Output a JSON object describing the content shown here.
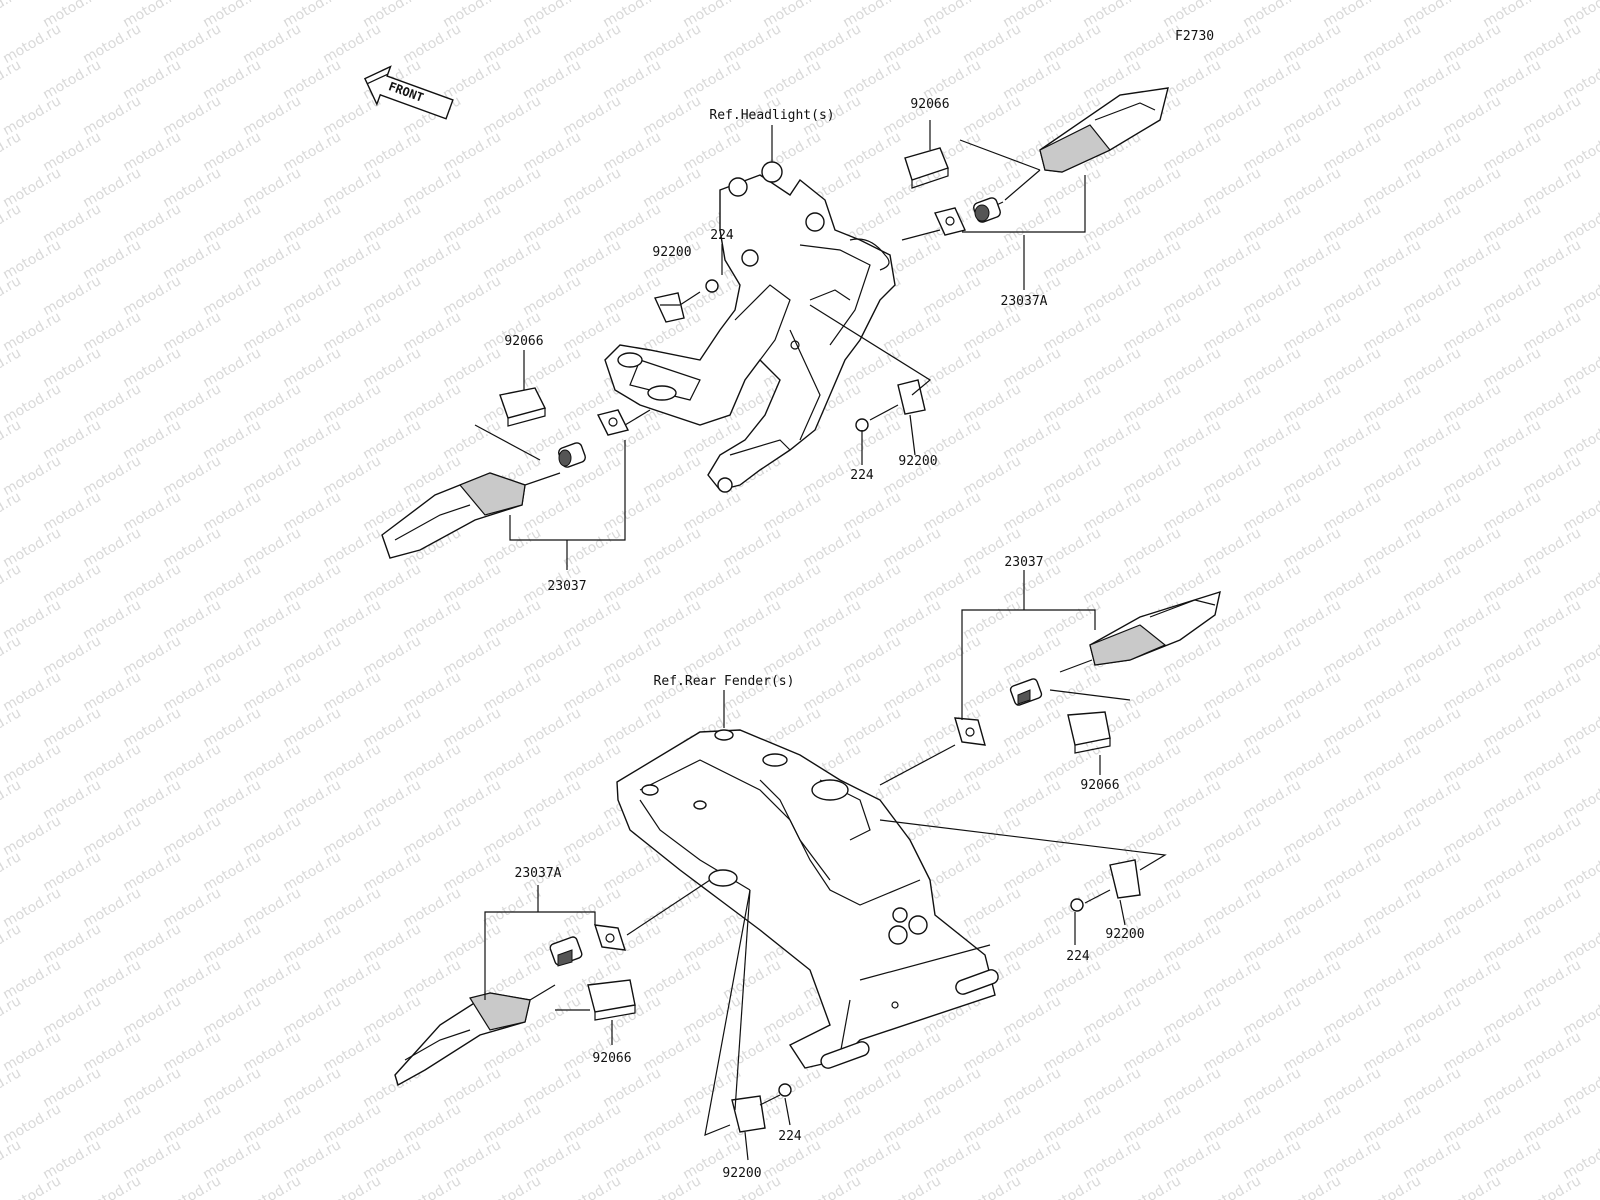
{
  "diagram_code": "F2730",
  "watermark": "motod.ru",
  "front_arrow_label": "FRONT",
  "refs": {
    "headlight": "Ref.Headlight(s)",
    "rear_fender": "Ref.Rear Fender(s)"
  },
  "front_assembly": {
    "label_92066_right": "92066",
    "label_92066_left": "92066",
    "label_92200_left": "92200",
    "label_224_left": "224",
    "label_224_right": "224",
    "label_92200_right": "92200",
    "label_23037A": "23037A",
    "label_23037": "23037"
  },
  "rear_assembly": {
    "label_23037": "23037",
    "label_92066_right": "92066",
    "label_23037A": "23037A",
    "label_92066_left": "92066",
    "label_224_right": "224",
    "label_92200_right": "92200",
    "label_92200_bottom": "92200",
    "label_224_bottom": "224"
  }
}
